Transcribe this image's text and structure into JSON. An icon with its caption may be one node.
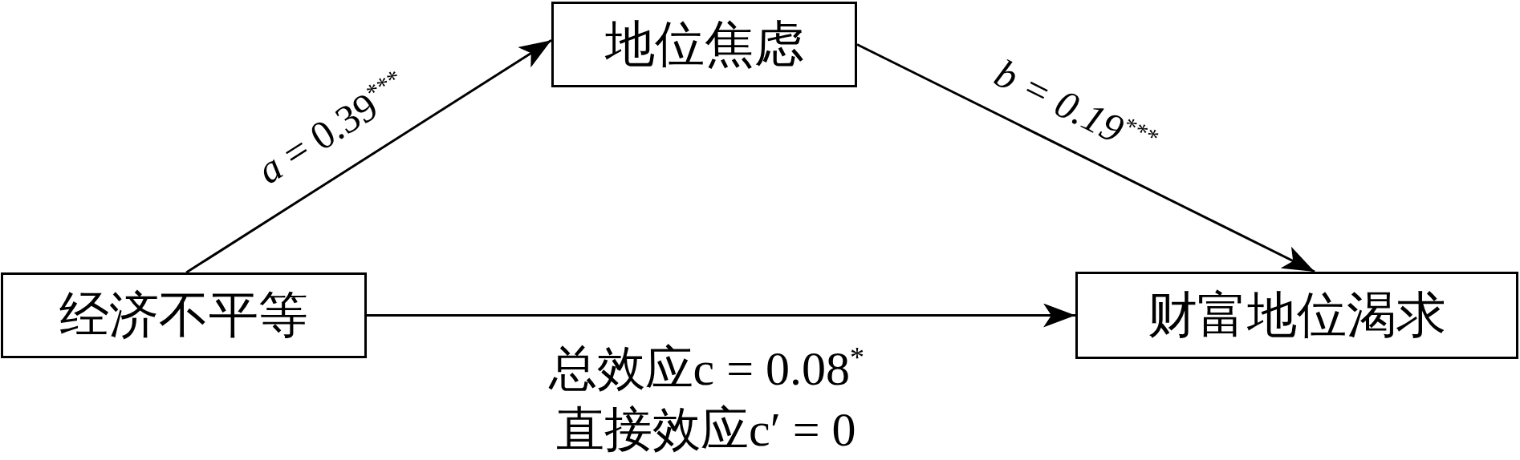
{
  "diagram": {
    "nodes": [
      {
        "text": [
          "经济不平等"
        ]
      },
      {
        "text": [
          "地位焦虑"
        ]
      },
      {
        "text": [
          "财富地位渴求"
        ]
      }
    ],
    "edges": [
      {
        "from": 0,
        "to": 1,
        "arrow": "to",
        "label": "*a* = 0.39$^{***}$"
      },
      {
        "from": 1,
        "to": 2,
        "arrow": "to",
        "label": "*b = 0.19*$^{***}$"
      },
      {
        "from": 0,
        "to": 2,
        "arrow": "to",
        "label": "总效应c = 0.08$^{*}$"
      }
    ],
    "labels": [
      "直接效应c′ = 0"
    ]
  }
}
